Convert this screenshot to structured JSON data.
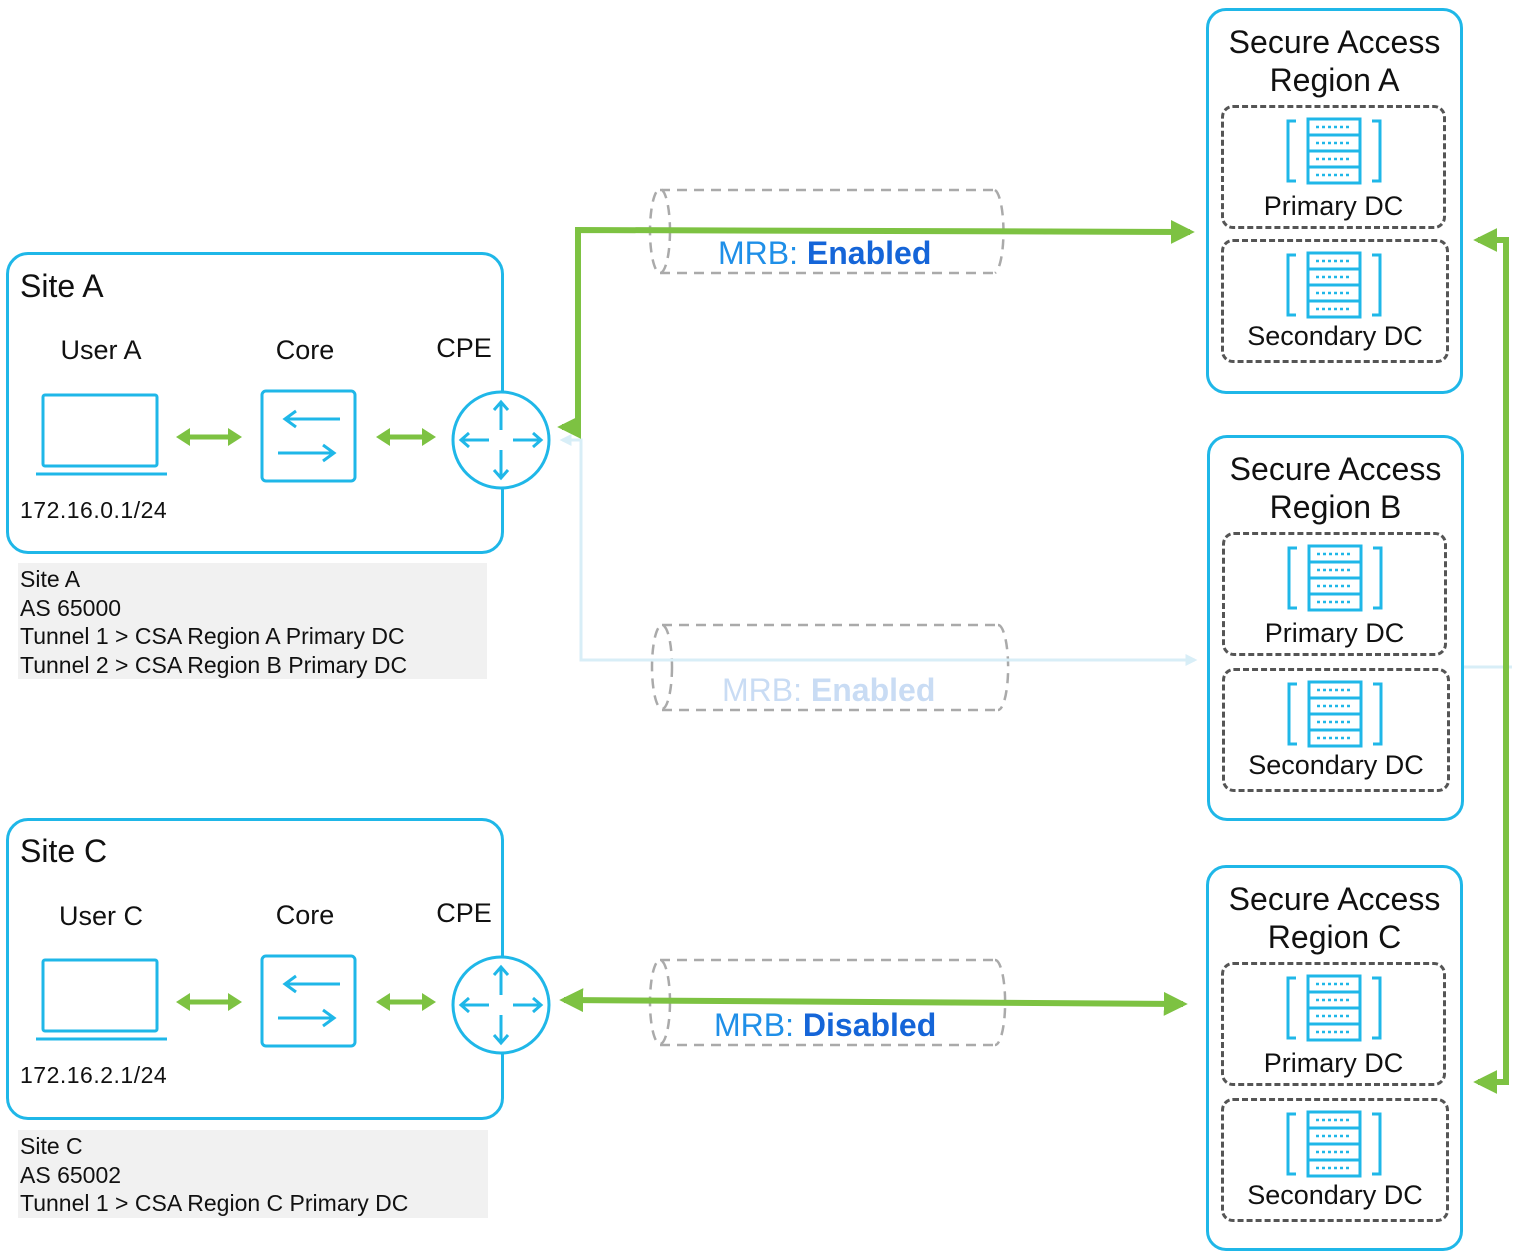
{
  "sites": [
    {
      "title": "Site A",
      "user_label": "User A",
      "core_label": "Core",
      "cpe_label": "CPE",
      "ip": "172.16.0.1/24",
      "info": [
        "Site A",
        "AS 65000",
        "Tunnel 1 > CSA Region A Primary DC",
        "Tunnel 2 > CSA Region B Primary DC"
      ]
    },
    {
      "title": "Site C",
      "user_label": "User C",
      "core_label": "Core",
      "cpe_label": "CPE",
      "ip": "172.16.2.1/24",
      "info": [
        "Site C",
        "AS 65002",
        "Tunnel 1 > CSA Region C Primary DC"
      ]
    }
  ],
  "regions": [
    {
      "title_line1": "Secure Access",
      "title_line2": "Region A",
      "primary_label": "Primary DC",
      "secondary_label": "Secondary DC"
    },
    {
      "title_line1": "Secure Access",
      "title_line2": "Region B",
      "primary_label": "Primary DC",
      "secondary_label": "Secondary DC"
    },
    {
      "title_line1": "Secure Access",
      "title_line2": "Region C",
      "primary_label": "Primary DC",
      "secondary_label": "Secondary DC"
    }
  ],
  "tunnels": [
    {
      "key": "MRB:",
      "value": "Enabled",
      "state": "active"
    },
    {
      "key": "MRB:",
      "value": "Enabled",
      "state": "faded"
    },
    {
      "key": "MRB:",
      "value": "Disabled",
      "state": "active"
    }
  ],
  "colors": {
    "accent": "#1fb7e8",
    "link": "#7dc242",
    "mrb_key": "#1f8fe8",
    "mrb_value": "#1565d8",
    "faded": "#c9dcf4"
  },
  "icons": {
    "user": "laptop-icon",
    "core": "switch-icon",
    "cpe": "router-icon",
    "dc": "server-rack-icon"
  }
}
